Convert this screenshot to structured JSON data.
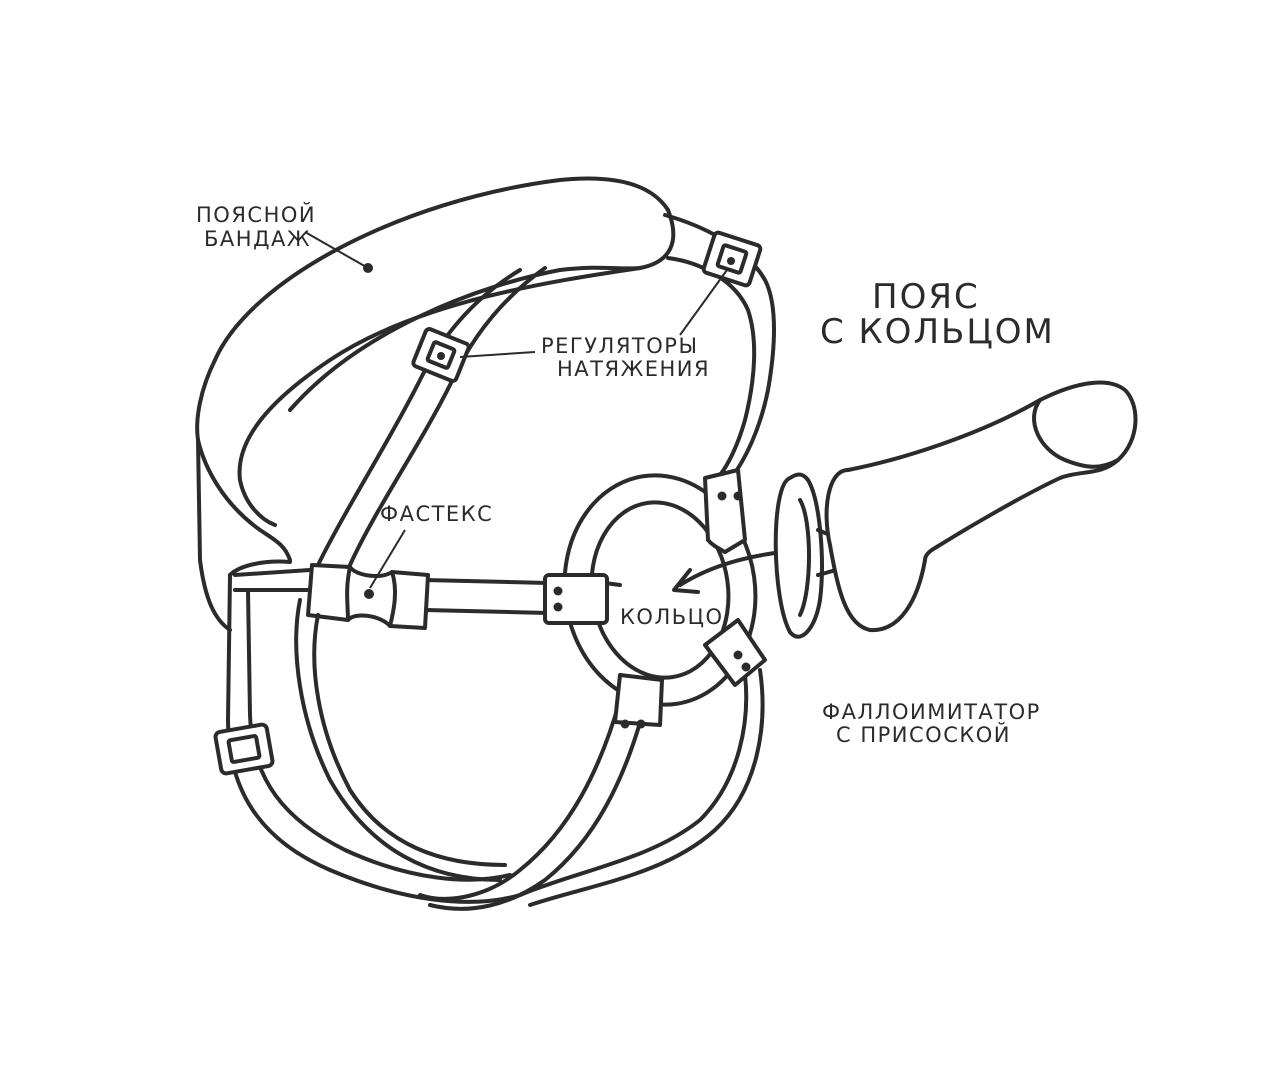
{
  "title": {
    "line1": "ПОЯС",
    "line2": "С КОЛЬЦОМ"
  },
  "labels": {
    "waist_band": {
      "line1": "ПОЯСНОЙ",
      "line2": "БАНДАЖ"
    },
    "tension_adjusters": {
      "line1": "РЕГУЛЯТОРЫ",
      "line2": "НАТЯЖЕНИЯ"
    },
    "fastex": "ФАСТЕКС",
    "ring": "КОЛЬЦО",
    "dildo": {
      "line1": "ФАЛЛОИМИТАТОР",
      "line2": "С ПРИСОСКОЙ"
    }
  },
  "colors": {
    "line": "#2b2b2b",
    "background": "#ffffff"
  }
}
